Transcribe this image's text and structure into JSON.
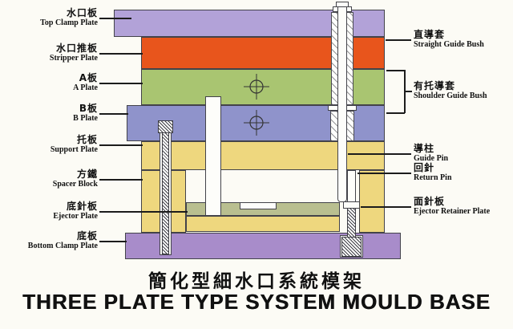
{
  "title": {
    "zh": "簡化型細水口系統模架",
    "en": "THREE PLATE TYPE SYSTEM MOULD BASE"
  },
  "left_labels": [
    {
      "zh": "水口板",
      "en": "Top Clamp Plate"
    },
    {
      "zh": "水口推板",
      "en": "Stripper Plate"
    },
    {
      "zh": "A板",
      "en": "A Plate"
    },
    {
      "zh": "B板",
      "en": "B Plate"
    },
    {
      "zh": "托板",
      "en": "Support Plate"
    },
    {
      "zh": "方鐵",
      "en": "Spacer Block"
    },
    {
      "zh": "底針板",
      "en": "Ejector Plate"
    },
    {
      "zh": "底板",
      "en": "Bottom Clamp Plate"
    }
  ],
  "right_labels": [
    {
      "zh": "直導套",
      "en": "Straight Guide Bush"
    },
    {
      "zh": "有托導套",
      "en": "Shoulder Guide Bush"
    },
    {
      "zh": "導柱",
      "en": "Guide Pin"
    },
    {
      "zh": "回針",
      "en": "Return Pin"
    },
    {
      "zh": "面針板",
      "en": "Ejector Retainer Plate"
    }
  ],
  "colors": {
    "top_clamp_plate": "#b2a2d8",
    "stripper_plate": "#e8551c",
    "a_plate": "#a9c571",
    "b_plate": "#8f93cb",
    "support_plate": "#eed77e",
    "spacer_block": "#eed77e",
    "ejector_retainer_plate": "#b9bf90",
    "ejector_plate": "#eed77e",
    "bottom_clamp_plate": "#a88cca",
    "pin_fill": "#fdfdfa",
    "outline": "#43434a",
    "leader_line": "#1c1c1c"
  }
}
